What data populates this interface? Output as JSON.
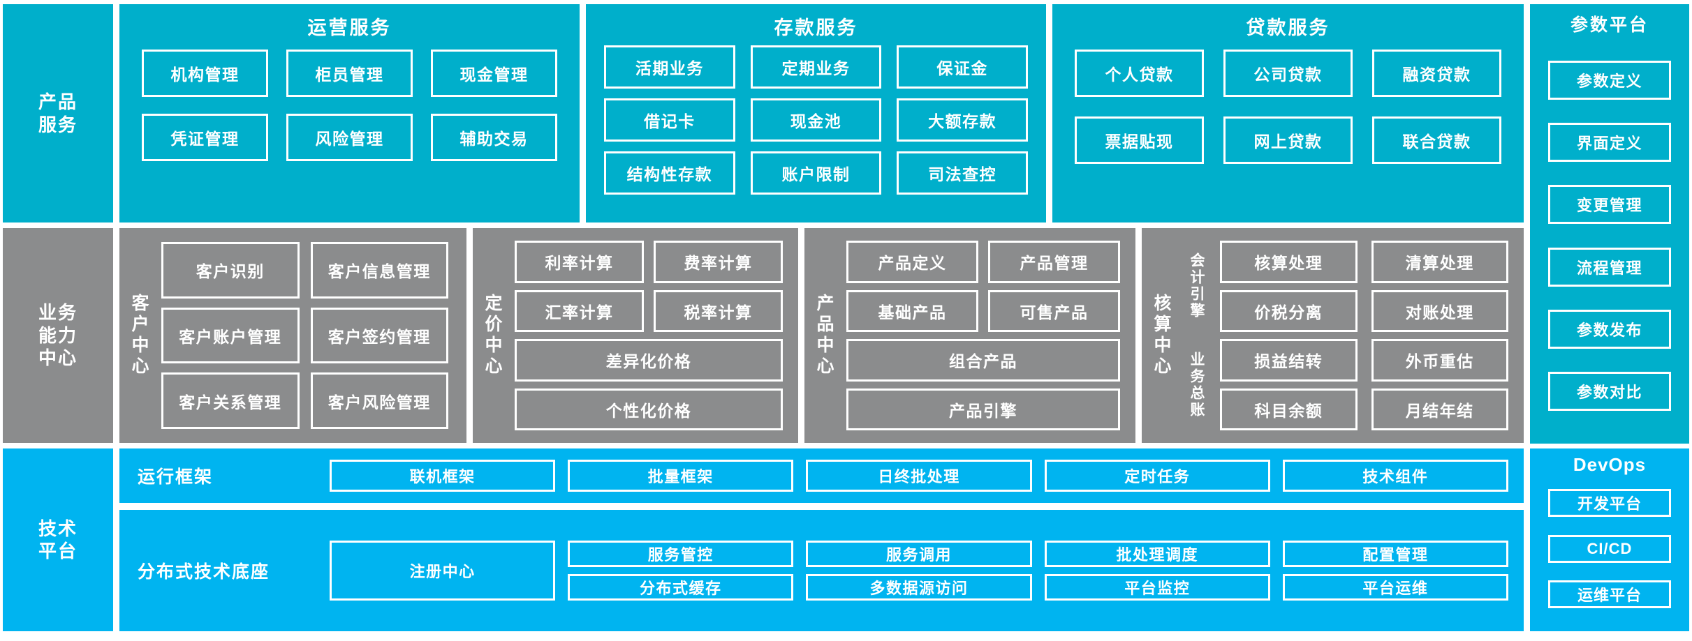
{
  "diagram": {
    "colors": {
      "teal": "#00AFCB",
      "gray": "#8B8C8D",
      "blue": "#00B4F0",
      "outline": "#FFFFFF"
    },
    "layers": [
      {
        "id": "product-service",
        "label": "产品\n服务"
      },
      {
        "id": "business-capability-center",
        "label": "业务\n能力\n中心"
      },
      {
        "id": "technology-platform",
        "label": "技术\n平台"
      }
    ]
  },
  "product_service": {
    "spine_label": "产品\n服务",
    "groups": [
      {
        "title": "运营服务",
        "items": [
          "机构管理",
          "柜员管理",
          "现金管理",
          "凭证管理",
          "风险管理",
          "辅助交易"
        ]
      },
      {
        "title": "存款服务",
        "items": [
          "活期业务",
          "定期业务",
          "保证金",
          "借记卡",
          "现金池",
          "大额存款",
          "结构性存款",
          "账户限制",
          "司法查控"
        ]
      },
      {
        "title": "贷款服务",
        "items": [
          "个人贷款",
          "公司贷款",
          "融资贷款",
          "票据贴现",
          "网上贷款",
          "联合贷款"
        ]
      }
    ]
  },
  "parameter_platform": {
    "title": "参数平台",
    "items": [
      "参数定义",
      "界面定义",
      "变更管理",
      "流程管理",
      "参数发布",
      "参数对比"
    ]
  },
  "business_capability": {
    "spine_label": "业务\n能力\n中心",
    "centers": [
      {
        "name": "客户中心",
        "items": [
          "客户识别",
          "客户信息管理",
          "客户账户管理",
          "客户签约管理",
          "客户关系管理",
          "客户风险管理"
        ]
      },
      {
        "name": "定价中心",
        "items": [
          "利率计算",
          "费率计算",
          "汇率计算",
          "税率计算"
        ],
        "wide_items": [
          "差异化价格",
          "个性化价格"
        ]
      },
      {
        "name": "产品中心",
        "items": [
          "产品定义",
          "产品管理",
          "基础产品",
          "可售产品"
        ],
        "wide_items": [
          "组合产品",
          "产品引擎"
        ]
      },
      {
        "name": "核算中心",
        "sub_labels": [
          "会计引擎",
          "业务总账"
        ],
        "items": [
          "核算处理",
          "清算处理",
          "价税分离",
          "对账处理",
          "损益结转",
          "外币重估",
          "科目余额",
          "月结年结"
        ]
      }
    ]
  },
  "technology_platform": {
    "spine_label": "技术\n平台",
    "runtime_framework": {
      "label": "运行框架",
      "items": [
        "联机框架",
        "批量框架",
        "日终批处理",
        "定时任务",
        "技术组件"
      ]
    },
    "distributed_base": {
      "label": "分布式技术底座",
      "registry": "注册中心",
      "items": [
        "服务管控",
        "服务调用",
        "批处理调度",
        "配置管理",
        "分布式缓存",
        "多数据源访问",
        "平台监控",
        "平台运维"
      ]
    }
  },
  "devops": {
    "title": "DevOps",
    "items": [
      "开发平台",
      "CI/CD",
      "运维平台"
    ]
  }
}
